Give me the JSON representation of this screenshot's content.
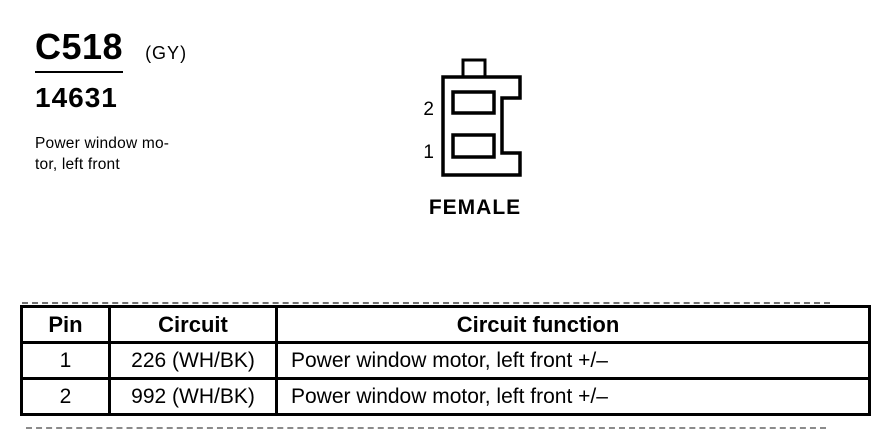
{
  "connector": {
    "id": "C518",
    "color_code": "(GY)",
    "part_number": "14631",
    "description_line1": "Power window mo-",
    "description_line2": "tor, left front",
    "diagram": {
      "gender_label": "FEMALE",
      "pin_top": "2",
      "pin_bottom": "1"
    }
  },
  "table": {
    "headers": [
      "Pin",
      "Circuit",
      "Circuit function"
    ],
    "rows": [
      {
        "pin": "1",
        "circuit": "226 (WH/BK)",
        "function": "Power window motor, left front +/–"
      },
      {
        "pin": "2",
        "circuit": "992 (WH/BK)",
        "function": "Power window motor, left front +/–"
      }
    ]
  },
  "colors": {
    "ink": "#000000",
    "paper": "#ffffff"
  }
}
